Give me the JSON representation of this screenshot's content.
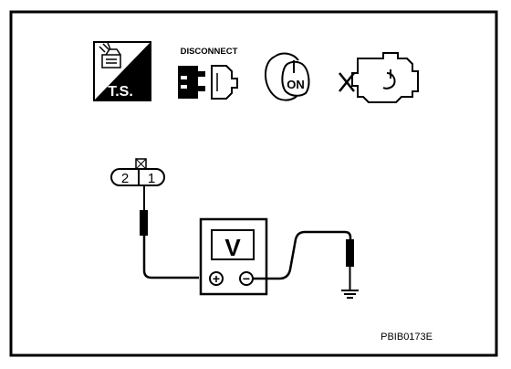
{
  "icons": {
    "ts_label": "T.S.",
    "disconnect_label": "DISCONNECT",
    "ignition_label": "ON"
  },
  "connector": {
    "pin_left": "2",
    "pin_right": "1"
  },
  "voltmeter": {
    "display": "V",
    "positive_symbol": "+",
    "negative_symbol": "−"
  },
  "figure_code": "PBIB0173E",
  "colors": {
    "ink": "#000000",
    "paper": "#ffffff",
    "shade": "#b4b4b4"
  }
}
